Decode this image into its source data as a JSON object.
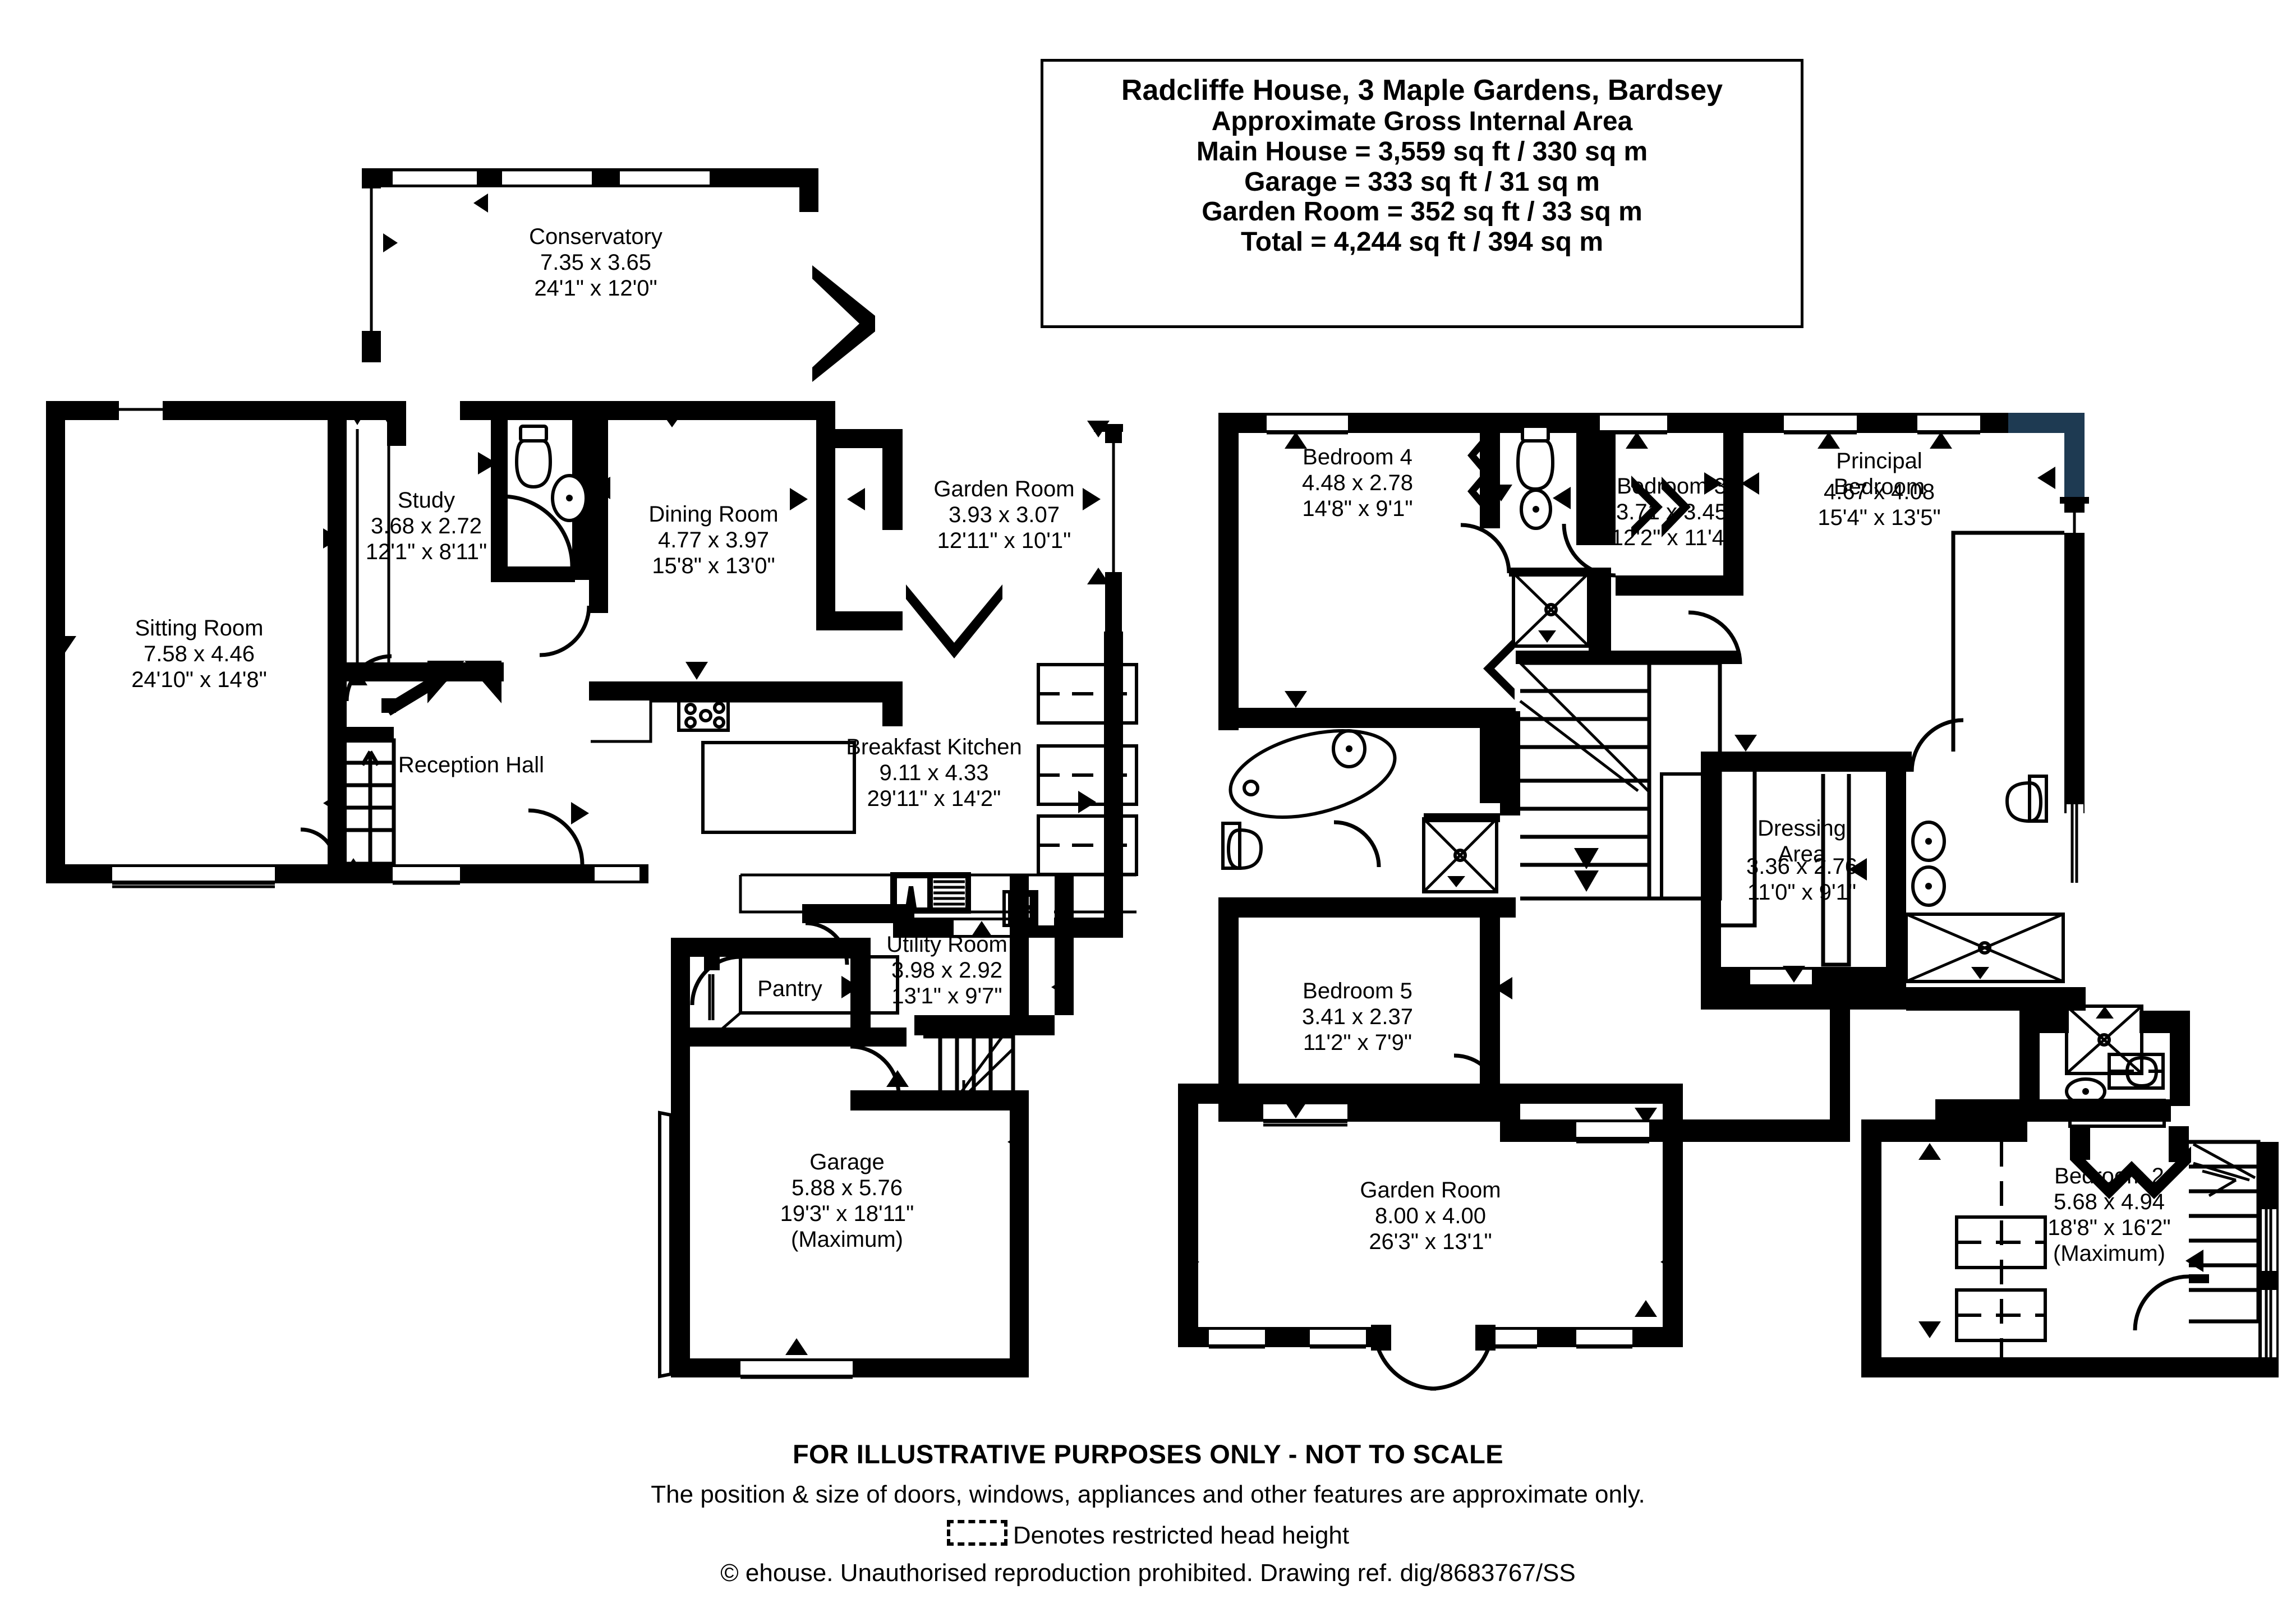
{
  "title_block": {
    "line1": "Radcliffe House, 3 Maple Gardens, Bardsey",
    "line2": "Approximate Gross Internal Area",
    "line3": "Main House = 3,559 sq ft / 330 sq m",
    "line4": "Garage = 333 sq ft / 31 sq m",
    "line5": "Garden Room = 352 sq ft / 33 sq m",
    "line6": "Total = 4,244 sq ft / 394 sq m"
  },
  "ground_floor": {
    "rooms": [
      {
        "name": "Conservatory",
        "metric": "7.35 x 3.65",
        "imperial": "24'1\" x 12'0\"",
        "note": ""
      },
      {
        "name": "Study",
        "metric": "3.68 x 2.72",
        "imperial": "12'1\" x 8'11\"",
        "note": ""
      },
      {
        "name": "Dining Room",
        "metric": "4.77 x 3.97",
        "imperial": "15'8\" x 13'0\"",
        "note": ""
      },
      {
        "name": "Garden Room",
        "metric": "3.93 x 3.07",
        "imperial": "12'11\" x 10'1\"",
        "note": ""
      },
      {
        "name": "Sitting Room",
        "metric": "7.58 x 4.46",
        "imperial": "24'10\" x 14'8\"",
        "note": ""
      },
      {
        "name": "Reception Hall",
        "metric": "",
        "imperial": "",
        "note": ""
      },
      {
        "name": "Breakfast Kitchen",
        "metric": "9.11 x 4.33",
        "imperial": "29'11\" x 14'2\"",
        "note": ""
      },
      {
        "name": "Pantry",
        "metric": "",
        "imperial": "",
        "note": ""
      },
      {
        "name": "Utility Room",
        "metric": "3.98 x 2.92",
        "imperial": "13'1\" x 9'7\"",
        "note": ""
      },
      {
        "name": "Garage",
        "metric": "5.88 x 5.76",
        "imperial": "19'3\" x 18'11\"",
        "note": "(Maximum)"
      }
    ]
  },
  "detached": {
    "rooms": [
      {
        "name": "Garden Room",
        "metric": "8.00 x 4.00",
        "imperial": "26'3\" x 13'1\"",
        "note": ""
      }
    ]
  },
  "first_floor": {
    "rooms": [
      {
        "name": "Bedroom 4",
        "metric": "4.48 x 2.78",
        "imperial": "14'8\" x 9'1\"",
        "note": ""
      },
      {
        "name": "Bedroom 3",
        "metric": "3.71 x 3.45",
        "imperial": "12'2\" x 11'4\"",
        "note": ""
      },
      {
        "name": "Principal Bedroom",
        "metric": "4.67 x 4.08",
        "imperial": "15'4\" x 13'5\"",
        "note": ""
      },
      {
        "name": "Bedroom 5",
        "metric": "3.41 x 2.37",
        "imperial": "11'2\" x 7'9\"",
        "note": ""
      },
      {
        "name": "Dressing Area",
        "metric": "3.36 x 2.76",
        "imperial": "11'0\" x 9'1\"",
        "note": ""
      },
      {
        "name": "Bedroom 2",
        "metric": "5.68 x 4.94",
        "imperial": "18'8\" x 16'2\"",
        "note": "(Maximum)"
      }
    ]
  },
  "footer": {
    "line1": "FOR ILLUSTRATIVE PURPOSES ONLY - NOT TO SCALE",
    "line2": "The position & size of doors, windows, appliances and other features are approximate only.",
    "legend": "Denotes restricted head height",
    "copyright": "© ehouse. Unauthorised reproduction prohibited. Drawing ref. dig/8683767/SS"
  },
  "colors": {
    "wall": "#000000",
    "accent_wall": "#1e3a52",
    "background": "#ffffff"
  }
}
